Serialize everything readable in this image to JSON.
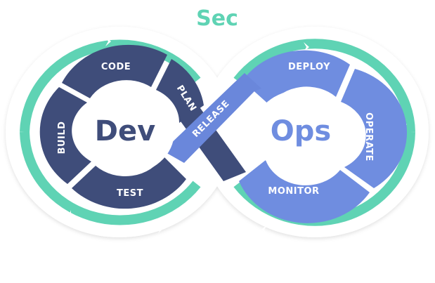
{
  "title": "Sec",
  "center_left": "Dev",
  "center_right": "Ops",
  "stages": {
    "code": "CODE",
    "plan": "PLAN",
    "build": "BUILD",
    "test": "TEST",
    "release": "RELEASE",
    "deploy": "DEPLOY",
    "operate": "OPERATE",
    "monitor": "MONITOR"
  },
  "colors": {
    "teal": "#5fd3b4",
    "dev_navy": "#3f4d7a",
    "ops_blue": "#6f8de0",
    "release_blue": "#6a87db",
    "white": "#ffffff"
  }
}
